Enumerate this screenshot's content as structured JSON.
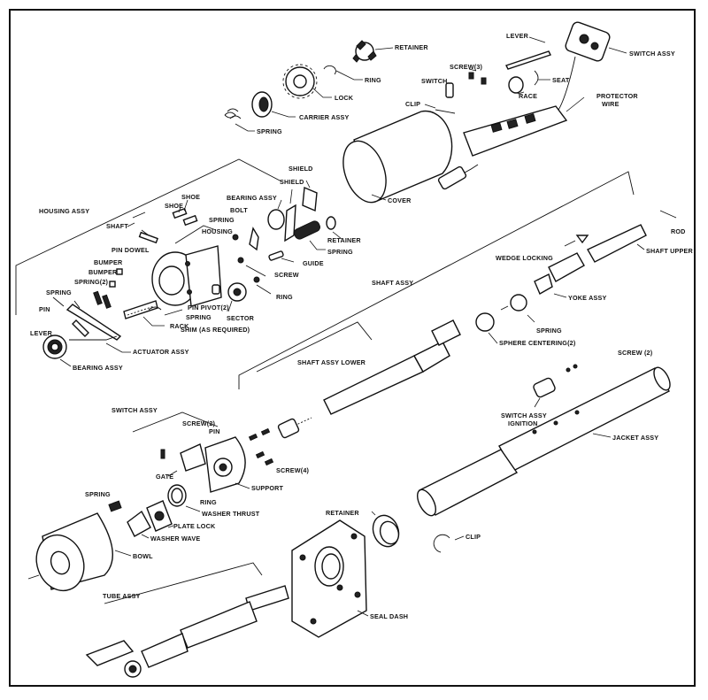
{
  "labels": {
    "retainer_top": "RETAINER",
    "ring_top": "RING",
    "lock": "LOCK",
    "carrier_assy": "CARRIER ASSY",
    "spring_top": "SPRING",
    "lever_top": "LEVER",
    "switch_assy_top": "SWITCH ASSY",
    "screw3": "SCREW(3)",
    "switch": "SWITCH",
    "seat": "SEAT",
    "race": "RACE",
    "clip_top": "CLIP",
    "protector_wire_1": "PROTECTOR",
    "protector_wire_2": "WIRE",
    "cover": "COVER",
    "shield_1": "SHIELD",
    "shield_2": "SHIELD",
    "housing_assy": "HOUSING ASSY",
    "shoe_1": "SHOE",
    "shoe_2": "SHOE",
    "bearing_assy_top": "BEARING ASSY",
    "shaft": "SHAFT",
    "bolt": "BOLT",
    "spring_mid": "SPRING",
    "housing": "HOUSING",
    "retainer_mid": "RETAINER",
    "spring_guide": "SPRING",
    "guide": "GUIDE",
    "screw_mid": "SCREW",
    "ring_mid": "RING",
    "pin_dowel": "PIN DOWEL",
    "bumper_1": "BUMPER",
    "bumper_2": "BUMPER",
    "spring2": "SPRING(2)",
    "spring_left": "SPRING",
    "pin": "PIN",
    "lever_left": "LEVER",
    "pin_pivot": "PIN PIVOT(2)",
    "spring_pivot": "SPRING",
    "sector": "SECTOR",
    "rack": "RACK",
    "shim": "SHIM (AS REQUIRED)",
    "actuator_assy": "ACTUATOR ASSY",
    "bearing_assy_left": "BEARING ASSY",
    "shaft_assy": "SHAFT ASSY",
    "rod": "ROD",
    "shaft_upper": "SHAFT UPPER",
    "wedge_locking": "WEDGE LOCKING",
    "yoke_assy": "YOKE ASSY",
    "spring_yoke": "SPRING",
    "sphere_centering": "SPHERE CENTERING(2)",
    "shaft_assy_lower": "SHAFT ASSY LOWER",
    "screw2_right": "SCREW (2)",
    "switch_assy_ign_1": "SWITCH ASSY",
    "switch_assy_ign_2": "IGNITION",
    "jacket_assy": "JACKET ASSY",
    "switch_assy_left": "SWITCH ASSY",
    "screw2_left": "SCREW(2)",
    "pin_small": "PIN",
    "gate": "GATE",
    "screw4": "SCREW(4)",
    "support": "SUPPORT",
    "ring_low": "RING",
    "washer_thrust": "WASHER THRUST",
    "plate_lock": "PLATE LOCK",
    "washer_wave": "WASHER WAVE",
    "spring_low": "SPRING",
    "bowl": "BOWL",
    "retainer_low": "RETAINER",
    "clip_low": "CLIP",
    "tube_assy": "TUBE ASSY",
    "seal_dash": "SEAL DASH"
  }
}
